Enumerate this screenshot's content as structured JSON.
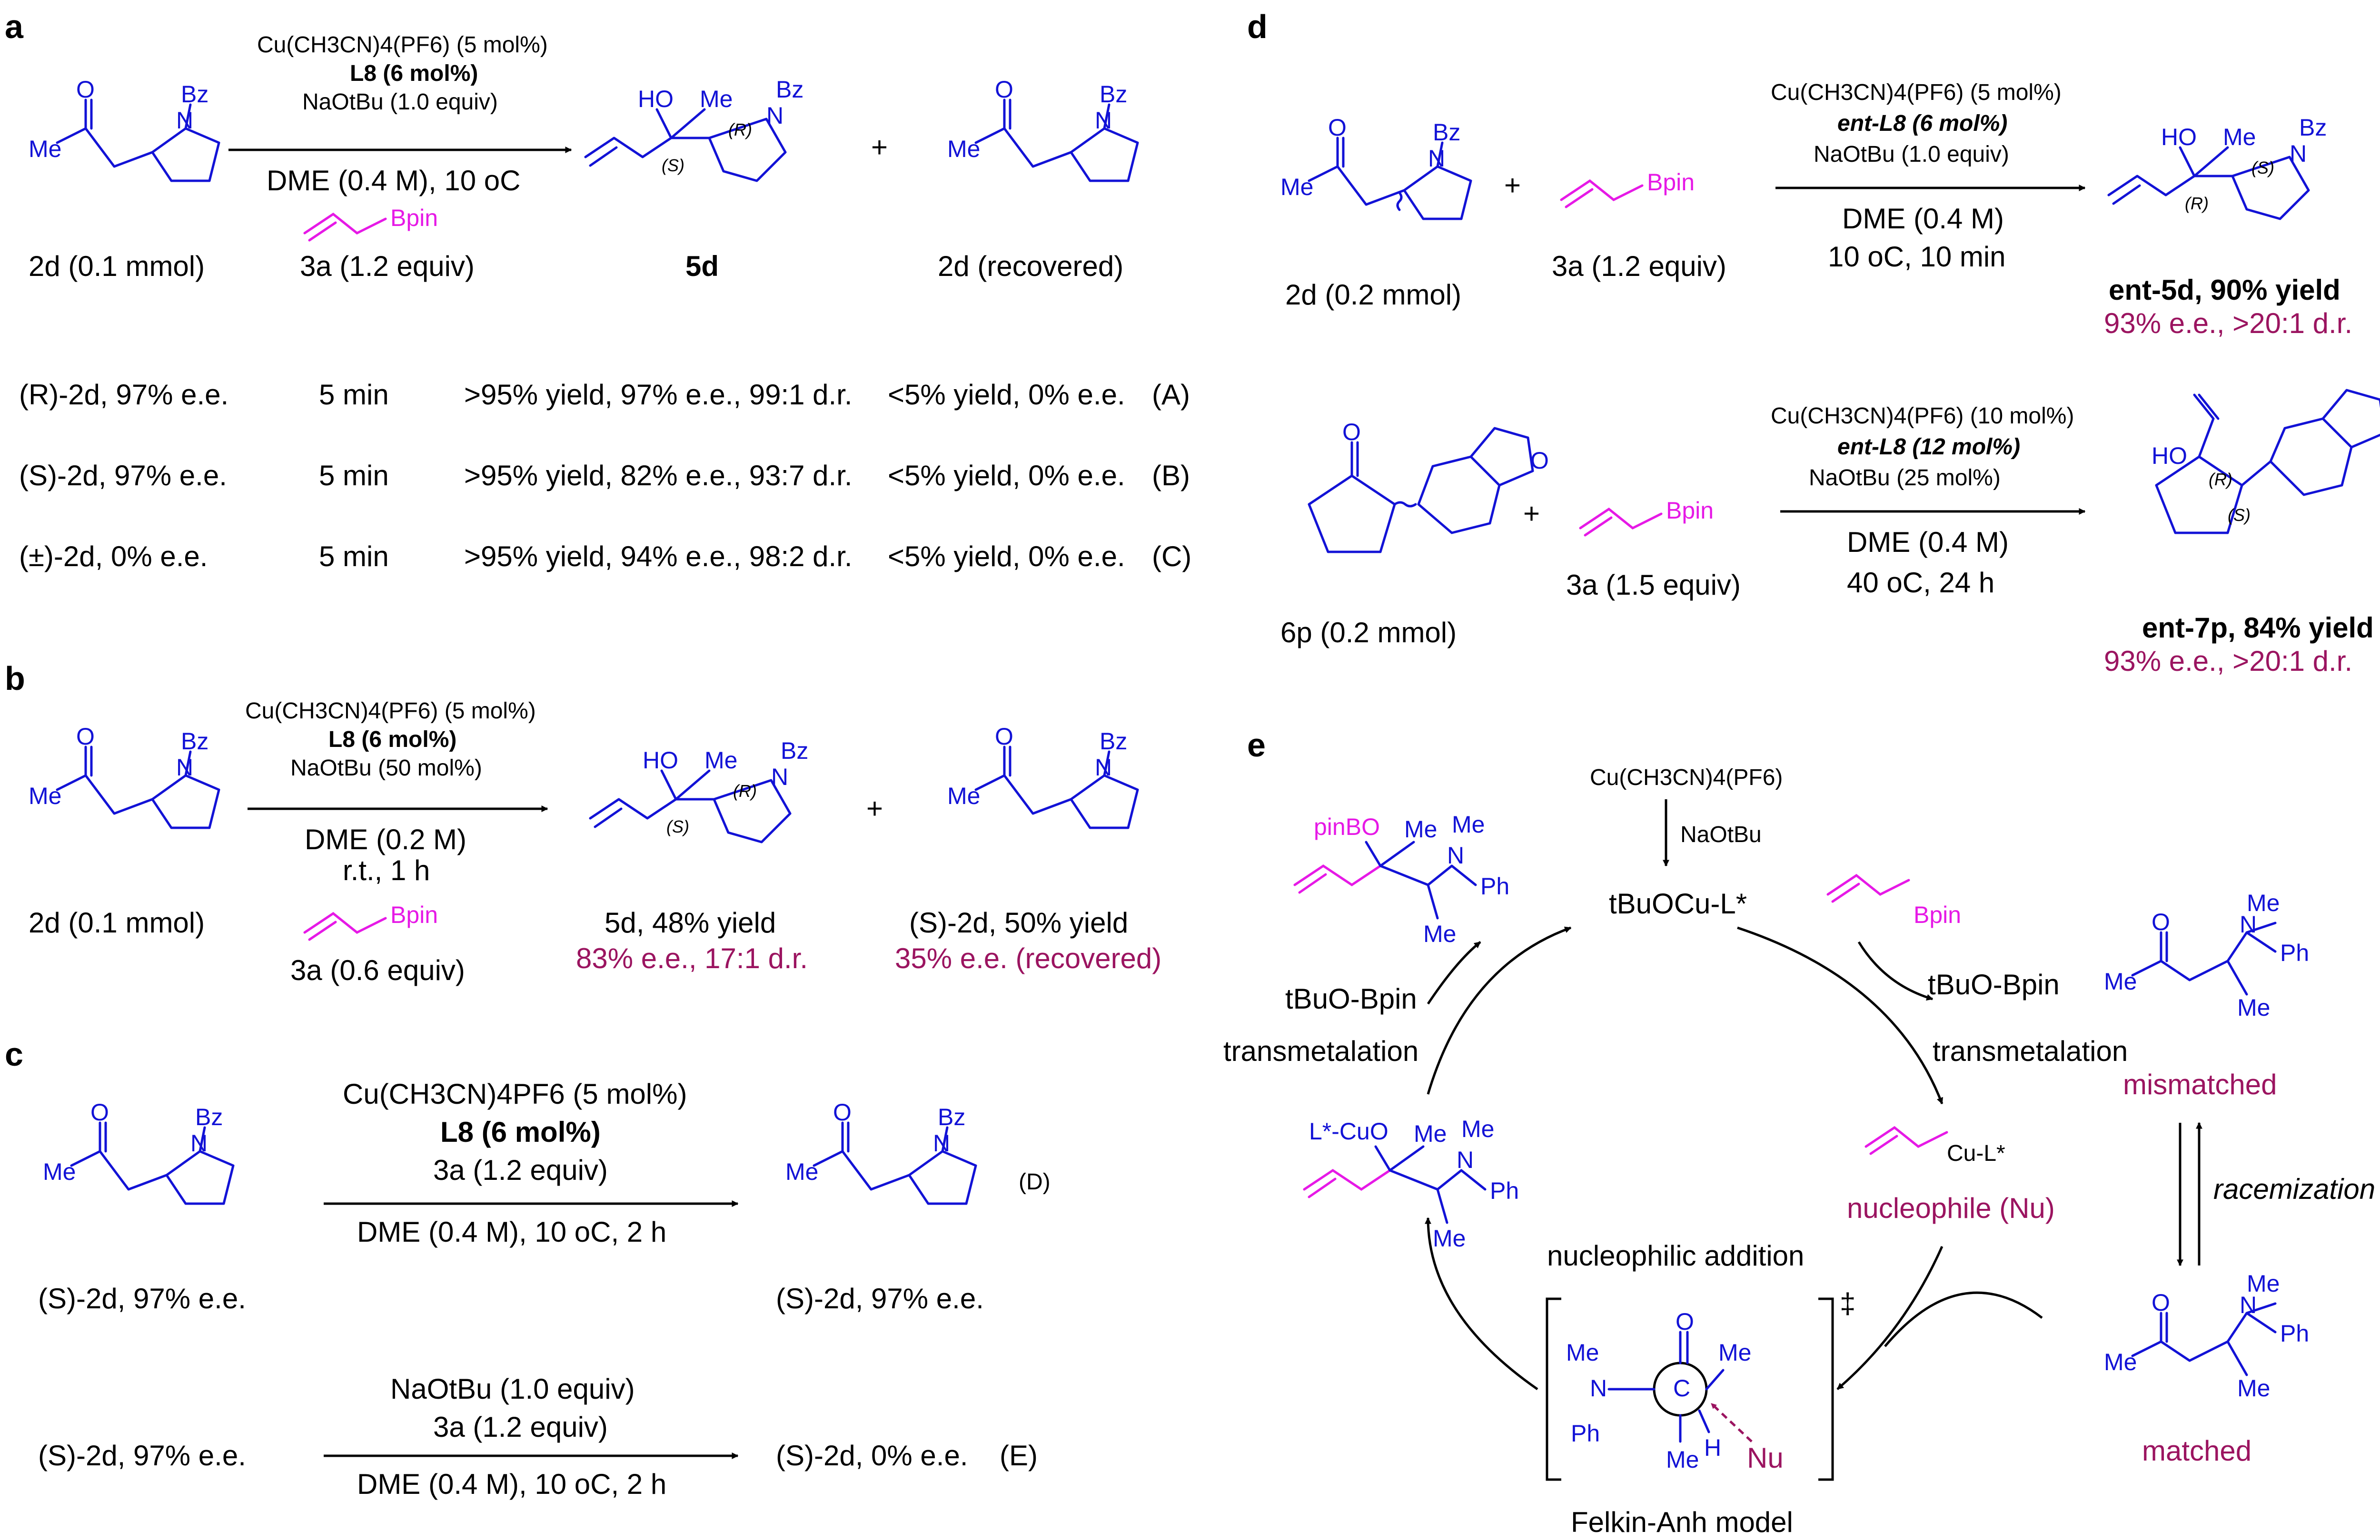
{
  "panel_a": {
    "letter": "a",
    "cond1": "Cu(CH3CN)4(PF6) (5 mol%)",
    "cond2": "L8 (6 mol%)",
    "cond3": "NaOtBu (1.0 equiv)",
    "cond4": "DME (0.4 M), 10 oC",
    "reagent": "3a (1.2 equiv)",
    "start": "2d (0.1 mmol)",
    "product": "5d",
    "recovered": "2d (recovered)",
    "plus": "+",
    "rows": [
      {
        "sub": "(R)-2d, 97% e.e.",
        "time": "5 min",
        "res": ">95% yield, 97% e.e., 99:1 d.r.",
        "rec": "<5% yield, 0% e.e.",
        "tag": "(A)"
      },
      {
        "sub": "(S)-2d, 97% e.e.",
        "time": "5 min",
        "res": ">95% yield, 82% e.e., 93:7 d.r.",
        "rec": "<5% yield, 0% e.e.",
        "tag": "(B)"
      },
      {
        "sub": "(±)-2d, 0% e.e.",
        "time": "5 min",
        "res": ">95% yield, 94% e.e., 98:2 d.r.",
        "rec": "<5% yield, 0% e.e.",
        "tag": "(C)"
      }
    ]
  },
  "panel_b": {
    "letter": "b",
    "cond1": "Cu(CH3CN)4(PF6) (5 mol%)",
    "cond2": "L8 (6 mol%)",
    "cond3": "NaOtBu (50 mol%)",
    "cond4": "DME (0.2 M)",
    "cond5": "r.t., 1 h",
    "reagent": "3a (0.6 equiv)",
    "start": "2d (0.1 mmol)",
    "product": "5d, 48% yield",
    "product_ee": "83% e.e., 17:1 d.r.",
    "recovered": "(S)-2d, 50% yield",
    "recovered_ee": "35% e.e. (recovered)",
    "plus": "+"
  },
  "panel_c": {
    "letter": "c",
    "d_cond1": "Cu(CH3CN)4PF6 (5 mol%)",
    "d_cond2": "L8 (6 mol%)",
    "d_cond3": "3a (1.2 equiv)",
    "d_cond4": "DME (0.4 M), 10 oC, 2 h",
    "d_start": "(S)-2d, 97% e.e.",
    "d_product": "(S)-2d, 97% e.e.",
    "d_tag": "(D)",
    "e_cond1": "NaOtBu (1.0 equiv)",
    "e_cond2": "3a (1.2 equiv)",
    "e_cond3": "DME (0.4 M), 10 oC, 2 h",
    "e_start": "(S)-2d, 97% e.e.",
    "e_product": "(S)-2d, 0% e.e.",
    "e_tag": "(E)"
  },
  "panel_d": {
    "letter": "d",
    "r1_cond1": "Cu(CH3CN)4(PF6) (5 mol%)",
    "r1_cond2": "ent-L8 (6 mol%)",
    "r1_cond3": "NaOtBu (1.0 equiv)",
    "r1_cond4": "DME (0.4 M)",
    "r1_cond5": "10 oC, 10 min",
    "r1_start": "2d (0.2 mmol)",
    "r1_reagent": "3a (1.2 equiv)",
    "r1_product": "ent-5d, 90% yield",
    "r1_ee": "93% e.e., >20:1 d.r.",
    "r2_cond1": "Cu(CH3CN)4(PF6) (10 mol%)",
    "r2_cond2": "ent-L8 (12 mol%)",
    "r2_cond3": "NaOtBu (25 mol%)",
    "r2_cond4": "DME (0.4 M)",
    "r2_cond5": "40 oC, 24 h",
    "r2_start": "6p (0.2 mmol)",
    "r2_reagent": "3a (1.5 equiv)",
    "r2_product": "ent-7p, 84% yield",
    "r2_ee": "93% e.e., >20:1 d.r.",
    "plus": "+"
  },
  "panel_e": {
    "letter": "e",
    "catalyst": "Cu(CH3CN)4(PF6)",
    "base": "NaOtBu",
    "active": "tBuOCu-L*",
    "byproduct1": "tBuO-Bpin",
    "byproduct2": "tBuO-Bpin",
    "trans1": "transmetalation",
    "trans2": "transmetalation",
    "nucleophile": "nucleophile (Nu)",
    "nuc_add": "nucleophilic addition",
    "model": "Felkin-Anh model",
    "mismatched": "mismatched",
    "matched": "matched",
    "racemization": "racemization",
    "ts_mark": "‡"
  },
  "colors": {
    "structure": "#1212d6",
    "magenta": "#e619e6",
    "maroon": "#9b1460"
  }
}
